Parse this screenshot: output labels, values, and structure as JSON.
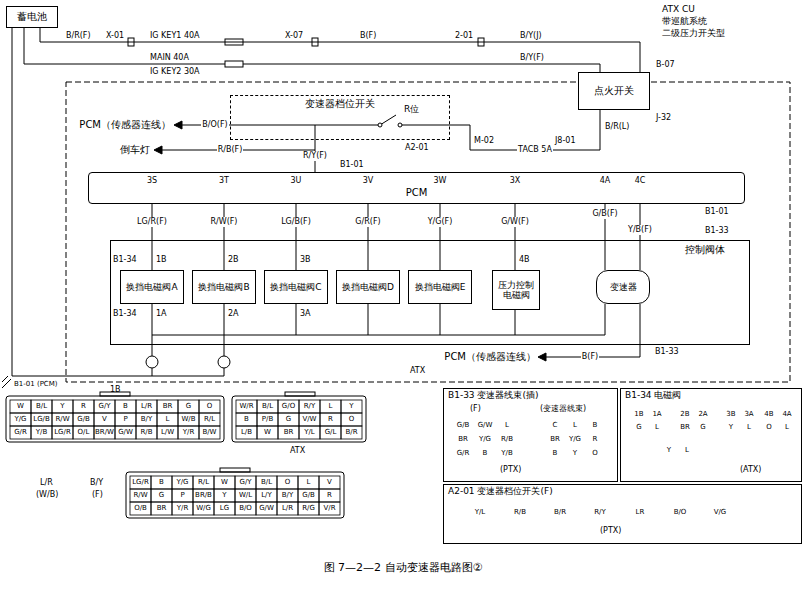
{
  "diagram": {
    "caption": "图 7—2—2 自动变速器电路图②",
    "nodes": [
      {
        "text": [
          "蓄电池"
        ]
      },
      {
        "text": [
          "点火开关"
        ]
      },
      {
        "text": [
          "变速器档位开关"
        ]
      },
      {
        "text": [
          "PCM"
        ]
      },
      {
        "text": [
          "控制阀体"
        ]
      },
      {
        "text": [
          "换挡电磁阀A"
        ],
        "in": 4
      },
      {
        "text": [
          "换挡电磁阀B"
        ],
        "in": 4
      },
      {
        "text": [
          "换挡电磁阀C"
        ],
        "in": 4
      },
      {
        "text": [
          "换挡电磁阀D"
        ],
        "in": 4
      },
      {
        "text": [
          "换挡电磁阀E"
        ],
        "in": 4
      },
      {
        "text": [
          "压力控制电磁阀"
        ],
        "in": 4
      },
      {
        "text": [
          "变速器"
        ],
        "in": 4
      },
      {
        "text": [
          "B1-33 变速器线束(插)"
        ]
      },
      {
        "text": [
          "B1-34 电磁阀"
        ]
      },
      {
        "text": [
          "A2-01 变速器档位开关(F)"
        ]
      }
    ],
    "edges": [
      {
        "from": 0,
        "to": 1,
        "arrow": "none"
      },
      {
        "from": 1,
        "to": 2,
        "label": "TACB 5A",
        "arrow": "none"
      },
      {
        "from": 2,
        "to": 3,
        "label": "R/Y(F)",
        "arrow": "none"
      },
      {
        "from": 3,
        "to": 5,
        "label": "LG/R(F)",
        "arrow": "none"
      },
      {
        "from": 3,
        "to": 6,
        "label": "R/W(F)",
        "arrow": "none"
      },
      {
        "from": 3,
        "to": 7,
        "label": "LG/B(F)",
        "arrow": "none"
      },
      {
        "from": 3,
        "to": 8,
        "label": "G/R(F)",
        "arrow": "none"
      },
      {
        "from": 3,
        "to": 9,
        "label": "Y/G(F)",
        "arrow": "none"
      },
      {
        "from": 3,
        "to": 10,
        "label": "G/W(F)",
        "arrow": "none"
      },
      {
        "from": 3,
        "to": 11,
        "label": "G/B(F)",
        "arrow": "none"
      },
      {
        "from": 3,
        "to": 11,
        "label": "Y/B(F)",
        "arrow": "none"
      }
    ],
    "labels": [
      "B/R(F)",
      "X-01",
      "IG KEY1 40A",
      "X-07",
      "B(F)",
      "2-01",
      "B/Y(J)",
      "MAIN 40A",
      "IG KEY2 30A",
      "B/Y(F)",
      "ATX CU",
      "带巡航系统",
      "二级压力开关型",
      "B-07",
      "J-32",
      "R位",
      "PCM（传感器连线）",
      "B/O(F)",
      "倒车灯",
      "R/B(F)",
      "B1-01",
      "A2-01",
      "M-02",
      "J8-01",
      "B/R(L)",
      "3S",
      "3T",
      "3U",
      "3V",
      "3W",
      "3X",
      "4A",
      "4C",
      "B1-01",
      "B1-33",
      "B1-34",
      "1B",
      "2B",
      "3B",
      "4B",
      "B1-34",
      "1A",
      "2A",
      "3A",
      "PCM（传感器连线）",
      "B(F)",
      "B1-33",
      "ATX",
      "B1-01 (PCM)",
      "1B",
      "W",
      "B/L",
      "Y",
      "R",
      "G/Y",
      "B",
      "L/R",
      "BR",
      "G",
      "O",
      "Y/G",
      "LG/B",
      "R/W",
      "G/B",
      "V",
      "P",
      "B/Y",
      "L",
      "W/B",
      "R/L",
      "G/R",
      "Y/B",
      "LG/R",
      "O/L",
      "BR/W",
      "G/W",
      "R/B",
      "L/W",
      "Y/R",
      "B/W",
      "W/R",
      "B/L",
      "G/O",
      "R/Y",
      "L",
      "Y",
      "B",
      "P/B",
      "G",
      "V/W",
      "R",
      "O",
      "L/B",
      "W",
      "BR",
      "Y/L",
      "G/L",
      "B/R",
      "ATX",
      "L/R",
      "(W/B)",
      "B/Y",
      "(F)",
      "LG/R",
      "B",
      "Y/G",
      "R/L",
      "W",
      "G/Y",
      "B/L",
      "O",
      "L",
      "V",
      "R/W",
      "G",
      "P",
      "BR/B",
      "Y",
      "W/L",
      "L/Y",
      "B/Y",
      "G/B",
      "R",
      "O/B",
      "BR",
      "Y/R",
      "W/G",
      "LG",
      "B/O",
      "G/W",
      "L/R",
      "R/G",
      "V/R",
      "(F)",
      "(变速器线束)",
      "G/B",
      "G/W",
      "L",
      "BR",
      "Y/G",
      "R/B",
      "G/R",
      "B",
      "Y/B",
      "C",
      "L",
      "B",
      "BR",
      "Y/G",
      "R",
      "B",
      "Y",
      "O",
      "(PTX)",
      "1B",
      "1A",
      "G",
      "L",
      "2B",
      "2A",
      "BR",
      "G",
      "3B",
      "3A",
      "Y",
      "L",
      "4B",
      "4A",
      "O",
      "L",
      "Y",
      "L",
      "(ATX)",
      "Y/L",
      "R/B",
      "B/R",
      "R/Y",
      "LR",
      "B/O",
      "V/G",
      "(PTX)"
    ]
  }
}
